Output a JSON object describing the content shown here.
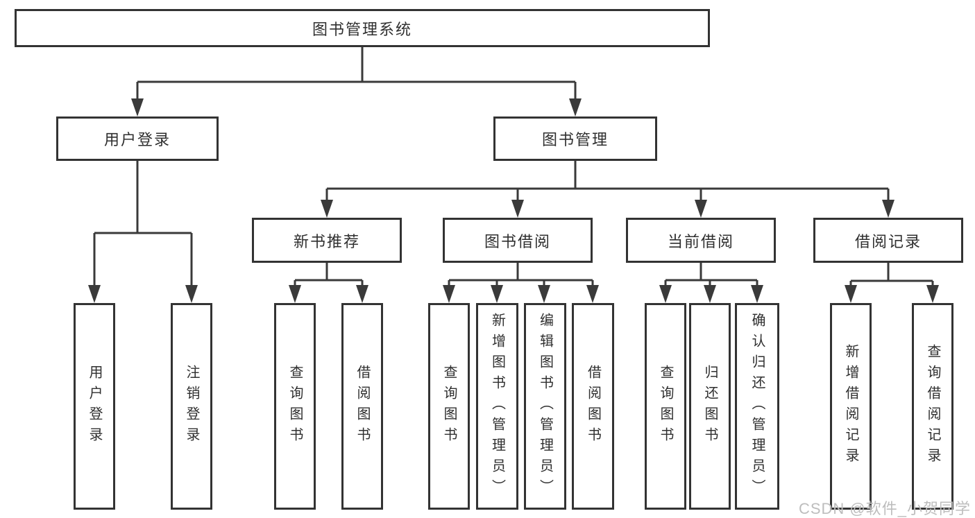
{
  "colors": {
    "background": "#ffffff",
    "line": "#3a3a3a",
    "border": "#333333",
    "text": "#2f2f2f",
    "watermark": "#bdbdbd"
  },
  "nodes": {
    "root": {
      "label": "图书管理系统"
    },
    "user_login": {
      "label": "用户登录"
    },
    "book_management": {
      "label": "图书管理"
    },
    "new_book_recommend": {
      "label": "新书推荐"
    },
    "book_borrowing": {
      "label": "图书借阅"
    },
    "current_borrowing": {
      "label": "当前借阅"
    },
    "borrowing_records": {
      "label": "借阅记录"
    },
    "leaf_user_login": {
      "label": "用户登录"
    },
    "leaf_logout_login": {
      "label": "注销登录"
    },
    "leaf_query_books_recommend": {
      "label": "查询图书"
    },
    "leaf_borrow_books_recommend": {
      "label": "借阅图书"
    },
    "leaf_query_books_borrowing": {
      "label": "查询图书"
    },
    "leaf_add_books_admin": {
      "label": "新增图书（管理员）"
    },
    "leaf_edit_books_admin": {
      "label": "编辑图书（管理员）"
    },
    "leaf_borrow_books_borrowing": {
      "label": "借阅图书"
    },
    "leaf_query_books_current": {
      "label": "查询图书"
    },
    "leaf_return_books": {
      "label": "归还图书"
    },
    "leaf_confirm_return_admin": {
      "label": "确认归还（管理员）"
    },
    "leaf_add_borrow_record": {
      "label": "新增借阅记录"
    },
    "leaf_query_borrow_record": {
      "label": "查询借阅记录"
    }
  },
  "watermark": {
    "text": "CSDN @软件_小贺同学"
  }
}
